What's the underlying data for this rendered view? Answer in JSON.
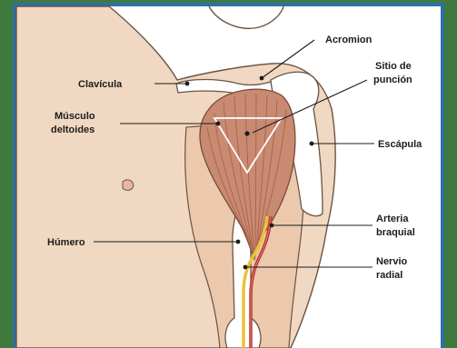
{
  "colors": {
    "outer_border": "#3e7a3c",
    "inner_border": "#2f6fa6",
    "background": "#ffffff",
    "skin": "#f1d8c2",
    "skin_shadow": "#e7c4a6",
    "bone": "#ffffff",
    "muscle": "#c98a72",
    "muscle_dark": "#a9624b",
    "artery": "#b8342e",
    "nerve": "#e8c23a"
  },
  "labels": {
    "acromion": "Acromion",
    "clavicula": "Clavícula",
    "sitio_line1": "Sitio de",
    "sitio_line2": "punción",
    "musculo_line1": "Músculo",
    "musculo_line2": "deltoides",
    "escapula": "Escápula",
    "humero": "Húmero",
    "arteria_line1": "Arteria",
    "arteria_line2": "braquial",
    "nervio_line1": "Nervio",
    "nervio_line2": "radial"
  },
  "icons": {
    "injection_site": "triangle-outline-icon"
  }
}
